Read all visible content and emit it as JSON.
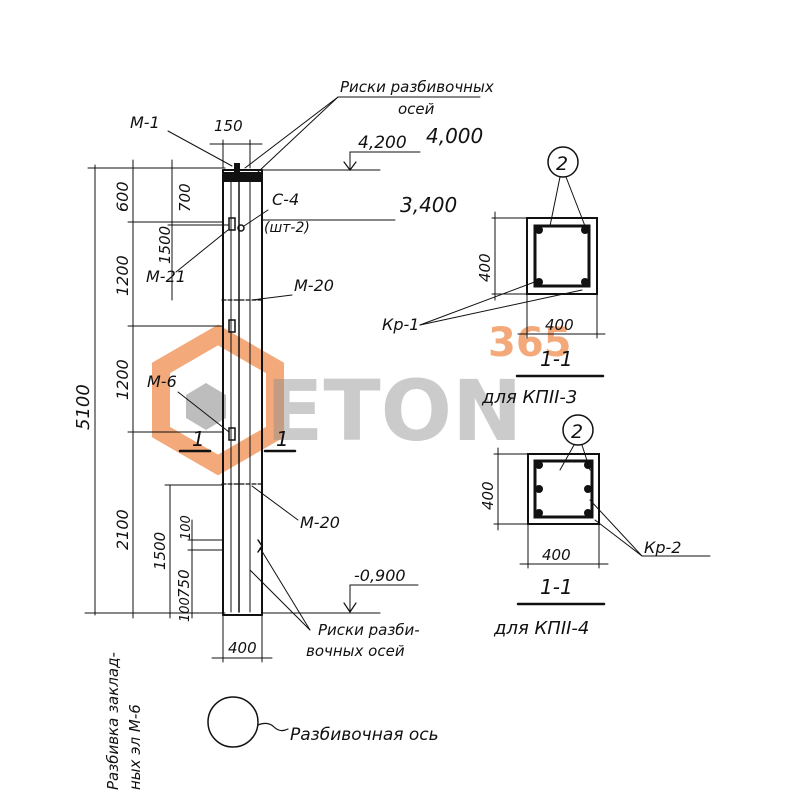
{
  "watermark": {
    "number": "365",
    "word": "ETON",
    "colors": {
      "orange": "#f3a97a",
      "gray": "#bdbdbd",
      "dark": "#8c8c8c"
    }
  },
  "elevation": {
    "top_width": "150",
    "top_mark": "4,200",
    "top_mark_overwrite": "4,000",
    "mid_mark": "3,400",
    "bottom_mark": "-0,900",
    "total_height": "5100",
    "left_dims": [
      "600",
      "1200",
      "1200",
      "2100"
    ],
    "inner_dims": [
      "700",
      "1500",
      "1500",
      "100",
      "750",
      "100"
    ],
    "bottom_width": "400",
    "labels": {
      "m1": "М-1",
      "c4": "С-4",
      "c4_qty": "(шт-2)",
      "m21": "М-21",
      "m20_top": "М-20",
      "m6": "М-6",
      "m20_bottom": "М-20",
      "risk_top_line1": "Риски разбивочных",
      "risk_top_line2": "осей",
      "risk_bottom_line1": "Риски разби-",
      "risk_bottom_line2": "вочных осей",
      "section_mark": "1"
    }
  },
  "section_top": {
    "callout": "2",
    "height": "400",
    "width": "400",
    "cage_label": "Кр-1",
    "title": "1-1",
    "caption": "для КПII-3"
  },
  "section_bottom": {
    "callout": "2",
    "height": "400",
    "width": "400",
    "cage_label": "Кр-2",
    "title": "1-1",
    "caption": "для КПII-4"
  },
  "bottom_note": {
    "rotated_line1": "Разбивка заклад-",
    "rotated_line2": "ных эл М-6",
    "axis_legend": "Разбивочная ось"
  }
}
